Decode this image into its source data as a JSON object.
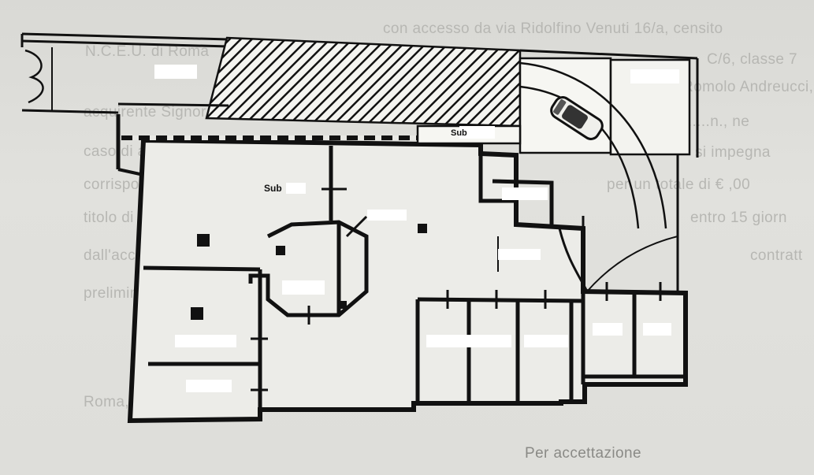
{
  "background_text": [
    {
      "id": "line1",
      "text": "N.C.E.U. di Roma"
    },
    {
      "id": "line2",
      "text": "con accesso da via Ridolfino Venuti 16/a, censito"
    },
    {
      "id": "line3",
      "text": "C/6, classe 7"
    },
    {
      "id": "line4",
      "text": "Romolo Andreucci,"
    },
    {
      "id": "line5",
      "text": "acquirente Signor Filippo Pinto, nata"
    },
    {
      "id": "line6",
      "text": "in via ..........n., ne"
    },
    {
      "id": "line7",
      "text": "caso di accettazione della proposta"
    },
    {
      "id": "line8",
      "text": "si impegna"
    },
    {
      "id": "line9",
      "text": "corrispondere all'agenzia Andreucci Immobiliare"
    },
    {
      "id": "line10",
      "text": "per un totale di €   ,00"
    },
    {
      "id": "line11",
      "text": "titolo di compenso professionale per la mediazione"
    },
    {
      "id": "line12",
      "text": "entro 15 giorn"
    },
    {
      "id": "line13",
      "text": "dall'accettazione della proposta di acquisto"
    },
    {
      "id": "line14",
      "text": "contratt"
    },
    {
      "id": "line15",
      "text": "preliminare."
    },
    {
      "id": "line16",
      "text": "Roma, / /"
    },
    {
      "id": "line17",
      "text": "Per accettazione"
    }
  ],
  "plan_labels": {
    "sub_main": "Sub",
    "sub_top": "Sub"
  },
  "colors": {
    "ink": "#111111",
    "paper": "#dcdcd8",
    "ghost_text": "#b7b7b3"
  }
}
